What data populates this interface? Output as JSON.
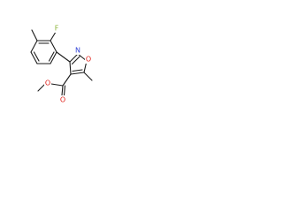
{
  "molecule": {
    "atoms": {
      "fluorine": {
        "symbol": "F",
        "color": "#8cb43a"
      },
      "ring_nitrogen": {
        "symbol": "N",
        "color": "#2e3fd6"
      },
      "ring_oxygen": {
        "symbol": "O",
        "color": "#e0201a"
      },
      "carbonyl_oxygen": {
        "symbol": "O",
        "color": "#e0201a"
      },
      "ester_oxygen": {
        "symbol": "O",
        "color": "#e0201a"
      }
    },
    "bond_color": "#1a1a1a"
  }
}
